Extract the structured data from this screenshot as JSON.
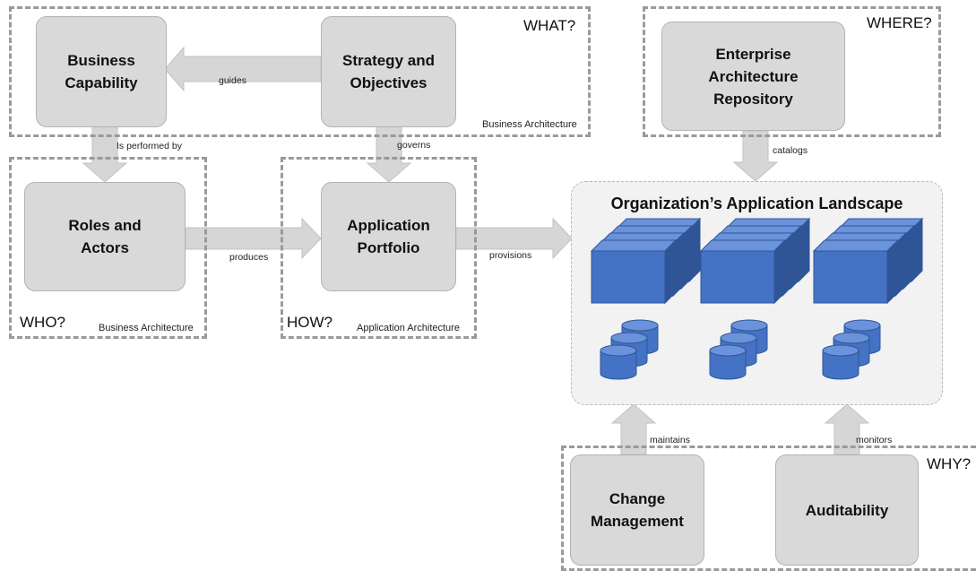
{
  "regions": {
    "what": {
      "question": "WHAT?",
      "name": "Business Architecture"
    },
    "where": {
      "question": "WHERE?"
    },
    "who": {
      "question": "WHO?",
      "name": "Business Architecture"
    },
    "how": {
      "question": "HOW?",
      "name": "Application Architecture"
    },
    "why": {
      "question": "WHY?"
    }
  },
  "nodes": {
    "business_capability": "Business Capability",
    "strategy_objectives": "Strategy and Objectives",
    "ea_repository": "Enterprise Architecture Repository",
    "roles_actors": "Roles and Actors",
    "application_portfolio": "Application Portfolio",
    "change_management": "Change Management",
    "auditability": "Auditability"
  },
  "landscape": {
    "title": "Organization’s Application Landscape"
  },
  "edges": {
    "guides": "guides",
    "is_performed_by": "Is performed by",
    "governs": "governs",
    "catalogs": "catalogs",
    "produces": "produces",
    "provisions": "provisions",
    "maintains": "maintains",
    "monitors": "monitors"
  },
  "colors": {
    "box_fill": "#d9d9d9",
    "arrow_fill": "#d6d6d6",
    "dashed_border": "#9a9a9a",
    "server_front": "#4472c4",
    "server_top": "#6a93dc",
    "server_side": "#2f5597"
  }
}
